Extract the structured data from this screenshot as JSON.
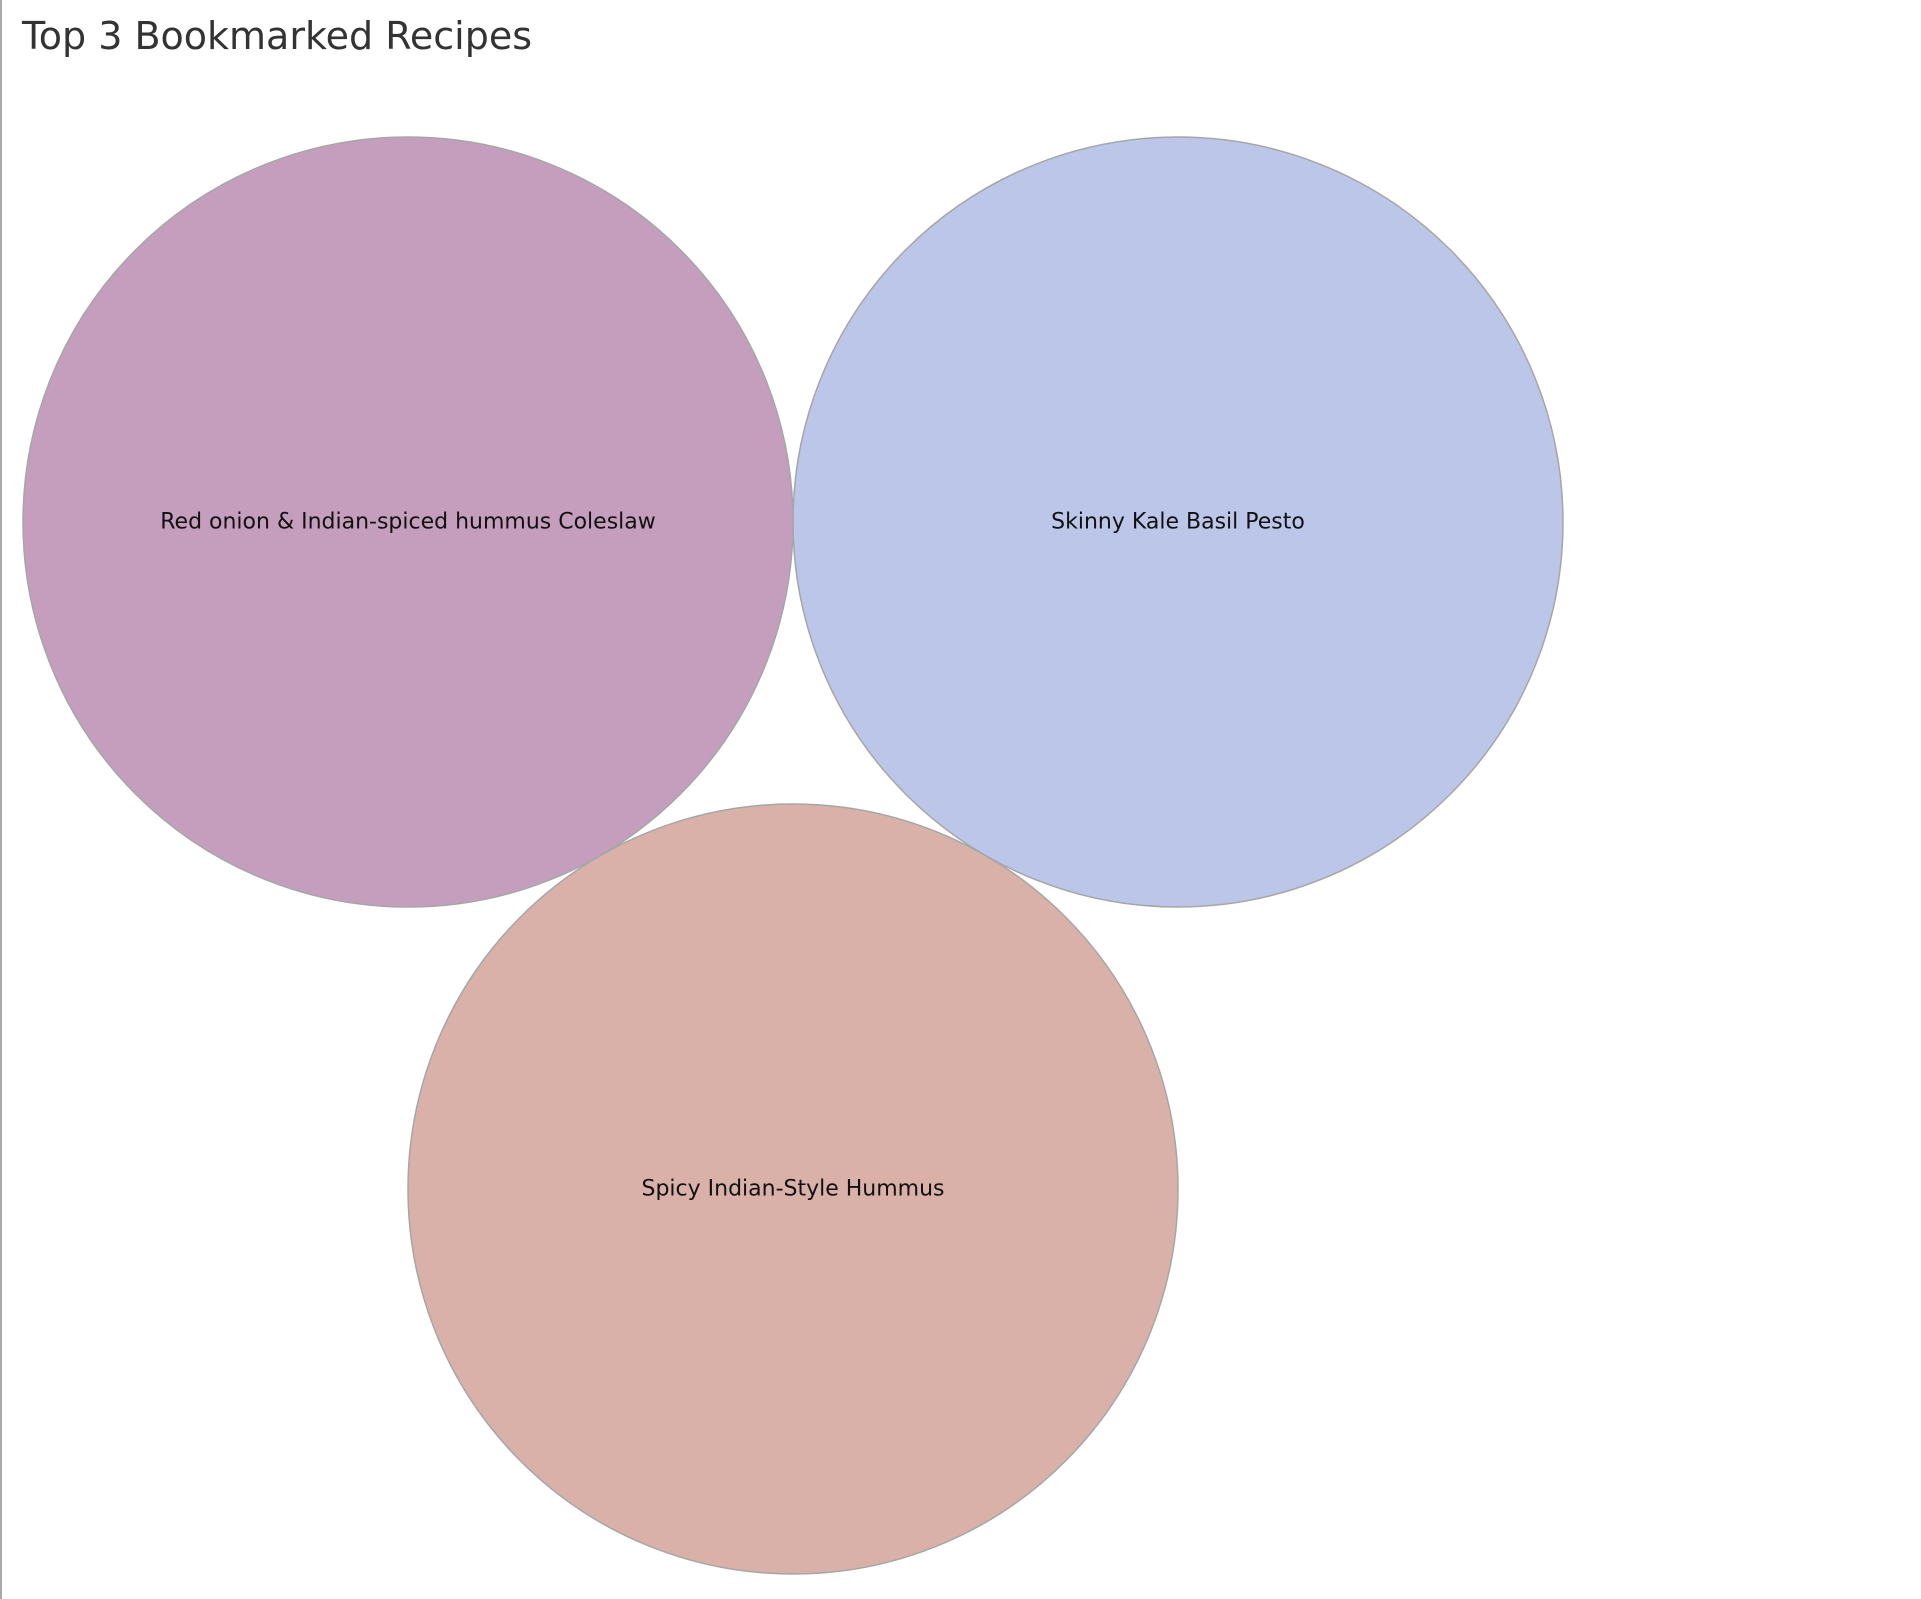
{
  "chart_data": {
    "type": "bubble",
    "title": "Top 3 Bookmarked Recipes",
    "items": [
      {
        "label": "Red onion & Indian-spiced hummus Coleslaw",
        "color": "#c59ebd"
      },
      {
        "label": "Skinny Kale Basil Pesto",
        "color": "#bbc6e9"
      },
      {
        "label": "Spicy Indian-Style Hummus",
        "color": "#d9b1a9"
      }
    ],
    "stroke_color": "#a6a6a6"
  }
}
